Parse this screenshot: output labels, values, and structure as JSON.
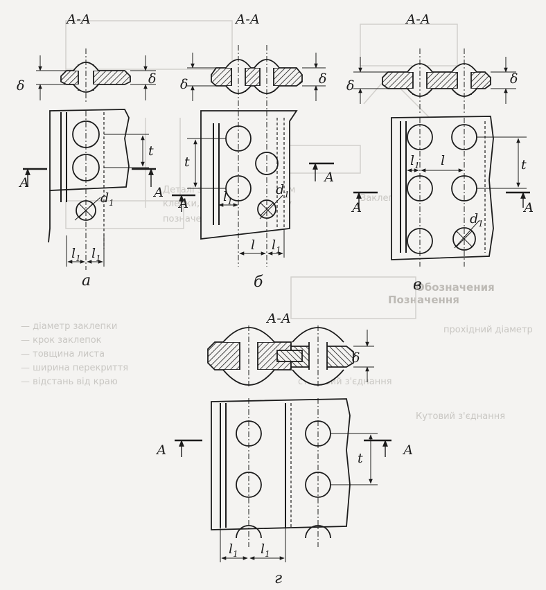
{
  "figures": [
    {
      "id": "a",
      "caption": "а",
      "section_title": "А-А",
      "section_marks": [
        "А",
        "А"
      ],
      "dims": [
        "δ",
        "δ",
        "t",
        "d1",
        "l1",
        "l1"
      ]
    },
    {
      "id": "b",
      "caption": "б",
      "section_title": "А-А",
      "section_marks": [
        "А",
        "А"
      ],
      "dims": [
        "δ",
        "δ",
        "t",
        "d1",
        "l1",
        "l",
        "l1"
      ]
    },
    {
      "id": "v",
      "caption": "в",
      "section_title": "А-А",
      "section_marks": [
        "А",
        "А"
      ],
      "dims": [
        "δ",
        "δ",
        "t",
        "d1",
        "l1",
        "l"
      ]
    },
    {
      "id": "g",
      "caption": "г",
      "section_title": "А-А",
      "section_marks": [
        "А",
        "А"
      ],
      "dims": [
        "δ",
        "t",
        "l1",
        "l1"
      ]
    }
  ],
  "symbols": {
    "delta": "δ",
    "t": "t",
    "l": "l",
    "d": "d",
    "one": "1"
  },
  "colors": {
    "ink": "#1c1c1c",
    "paper": "#f4f3f1",
    "ghost": "#c9c7c3"
  },
  "bleed_through": {
    "lines": [
      "Деталі з'єднуються шляхом",
      "клепки, штампів або пресу",
      "позначення величин",
      "Обозначения",
      "Позначення",
      "прохідний діаметр",
      "стиковий з'єднання",
      "Заклепка",
      "— діаметр заклепки",
      "— крок заклепок",
      "— товщина листа",
      "— ширина перекриття",
      "— відстань від краю",
      "Кутовий з'єднання"
    ]
  }
}
